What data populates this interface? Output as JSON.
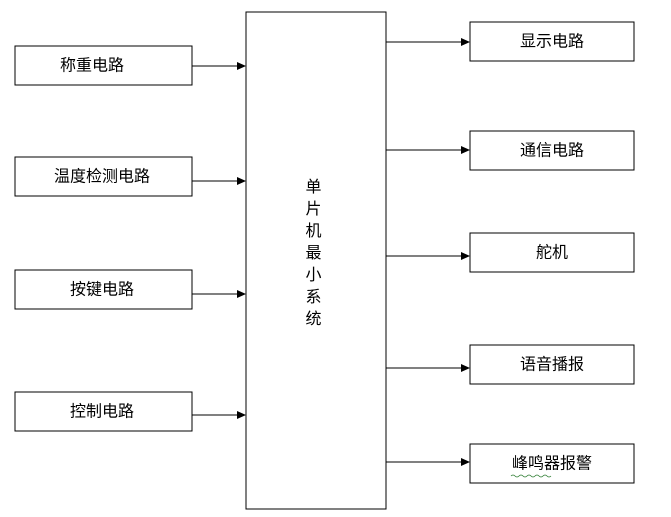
{
  "inputs": [
    {
      "label": "称重电路"
    },
    {
      "label": "温度检测电路"
    },
    {
      "label": "按键电路"
    },
    {
      "label": "控制电路"
    }
  ],
  "center": {
    "label": "单片机最小系统"
  },
  "outputs": [
    {
      "label": "显示电路"
    },
    {
      "label": "通信电路"
    },
    {
      "label": "舵机"
    },
    {
      "label": "语音播报"
    },
    {
      "label": "峰鸣器报警"
    }
  ],
  "colors": {
    "line": "#000000",
    "box_fill": "#ffffff",
    "spellcheck_underline": "#2e7d32"
  }
}
